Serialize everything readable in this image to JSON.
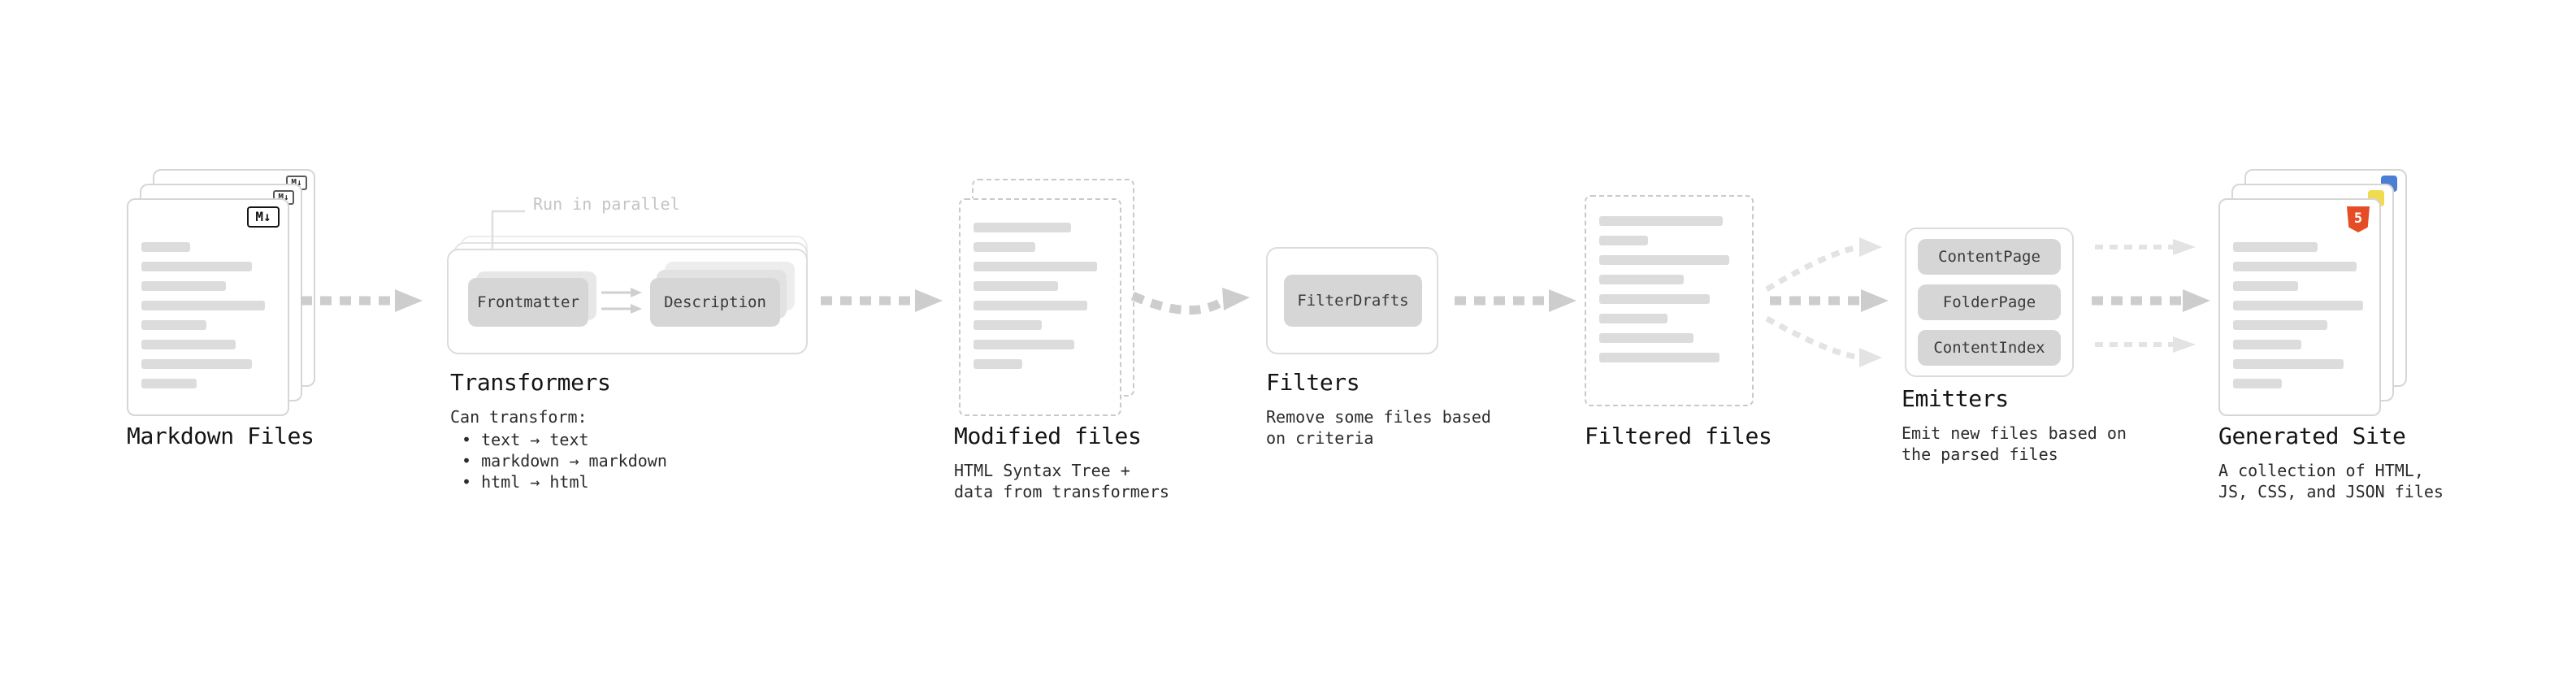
{
  "pipeline": {
    "markdown_files": {
      "heading": "Markdown Files",
      "badge": "M↓"
    },
    "transformers": {
      "heading": "Transformers",
      "annotation": "Run in parallel",
      "node_a": "Frontmatter",
      "node_b": "Description",
      "caption_title": "Can transform:",
      "caption_lines": [
        "• text → text",
        "• markdown → markdown",
        "• html → html"
      ]
    },
    "modified_files": {
      "heading": "Modified files",
      "caption_lines": [
        "HTML Syntax Tree +",
        "data from transformers"
      ]
    },
    "filters": {
      "heading": "Filters",
      "node": "FilterDrafts",
      "caption_lines": [
        "Remove some files based",
        "on criteria"
      ]
    },
    "filtered_files": {
      "heading": "Filtered files"
    },
    "emitters": {
      "heading": "Emitters",
      "nodes": [
        "ContentPage",
        "FolderPage",
        "ContentIndex"
      ],
      "caption_lines": [
        "Emit new files based on",
        "the parsed files"
      ]
    },
    "generated_site": {
      "heading": "Generated Site",
      "badge": "5",
      "caption_lines": [
        "A collection of HTML,",
        "JS, CSS, and JSON files"
      ]
    },
    "colors": {
      "html5_badge": "#e44d26",
      "js_badge": "#f0da4f",
      "json_badge": "#4a7fd4",
      "arrow": "#cdcdcd",
      "placeholder_bar": "#dcdcdc"
    }
  }
}
